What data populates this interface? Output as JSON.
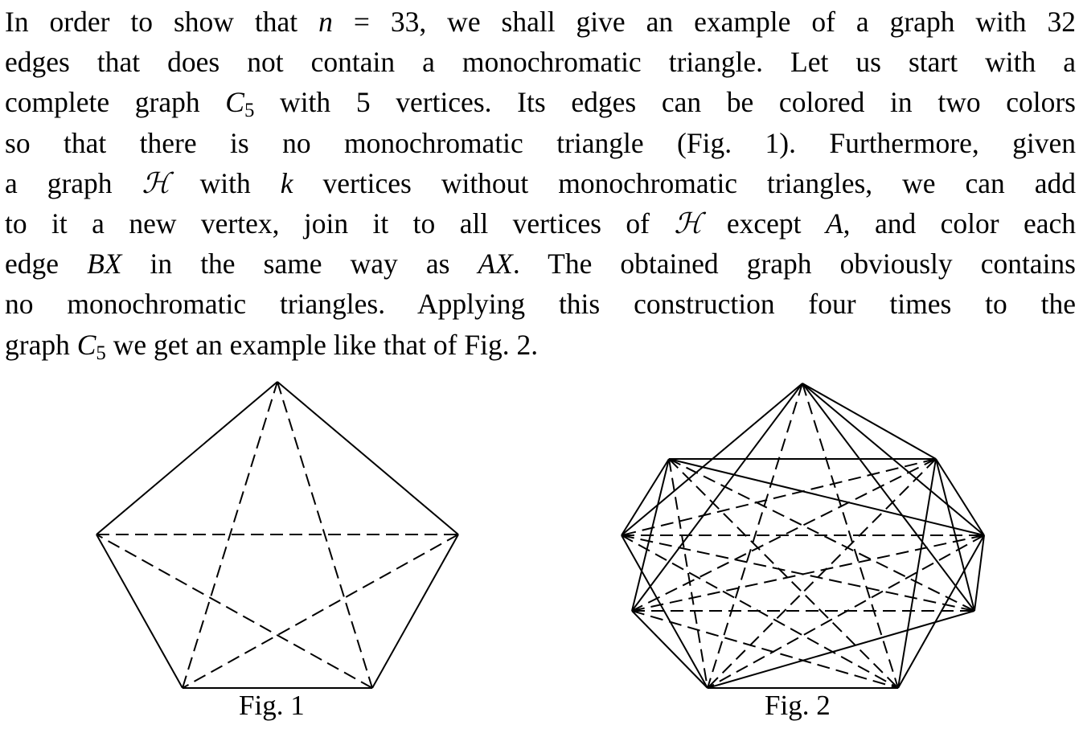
{
  "paragraph": [
    [
      {
        "t": "In order to show that "
      },
      {
        "t": "n",
        "m": 1
      },
      {
        "t": " = 33, we shall give an example of a graph with 32"
      }
    ],
    [
      {
        "t": "edges that does not contain a monochromatic triangle. Let us start with a"
      }
    ],
    [
      {
        "t": "complete graph "
      },
      {
        "t": "C",
        "m": 1
      },
      {
        "t": "5",
        "s": 1
      },
      {
        "t": " with 5 vertices. Its edges can be colored in two colors"
      }
    ],
    [
      {
        "t": "so that there is no monochromatic triangle (Fig. 1). Furthermore, given"
      }
    ],
    [
      {
        "t": "a graph "
      },
      {
        "t": "ℋ",
        "m": 1
      },
      {
        "t": " with "
      },
      {
        "t": "k",
        "m": 1
      },
      {
        "t": " vertices without monochromatic triangles, we can add"
      }
    ],
    [
      {
        "t": "to it a new vertex, join it to all vertices of "
      },
      {
        "t": "ℋ",
        "m": 1
      },
      {
        "t": " except "
      },
      {
        "t": "A",
        "m": 1
      },
      {
        "t": ", and color each"
      }
    ],
    [
      {
        "t": "edge "
      },
      {
        "t": "BX",
        "m": 1
      },
      {
        "t": " in the same way as "
      },
      {
        "t": "AX",
        "m": 1
      },
      {
        "t": ". The obtained graph obviously contains"
      }
    ],
    [
      {
        "t": "no monochromatic triangles. Applying this construction four times to the"
      }
    ],
    [
      {
        "t": "graph "
      },
      {
        "t": "C",
        "m": 1
      },
      {
        "t": "5",
        "s": 1
      },
      {
        "t": " we get an example like that of Fig. 2."
      }
    ]
  ],
  "figures": {
    "fig1_caption": "Fig. 1",
    "fig2_caption": "Fig. 2"
  }
}
